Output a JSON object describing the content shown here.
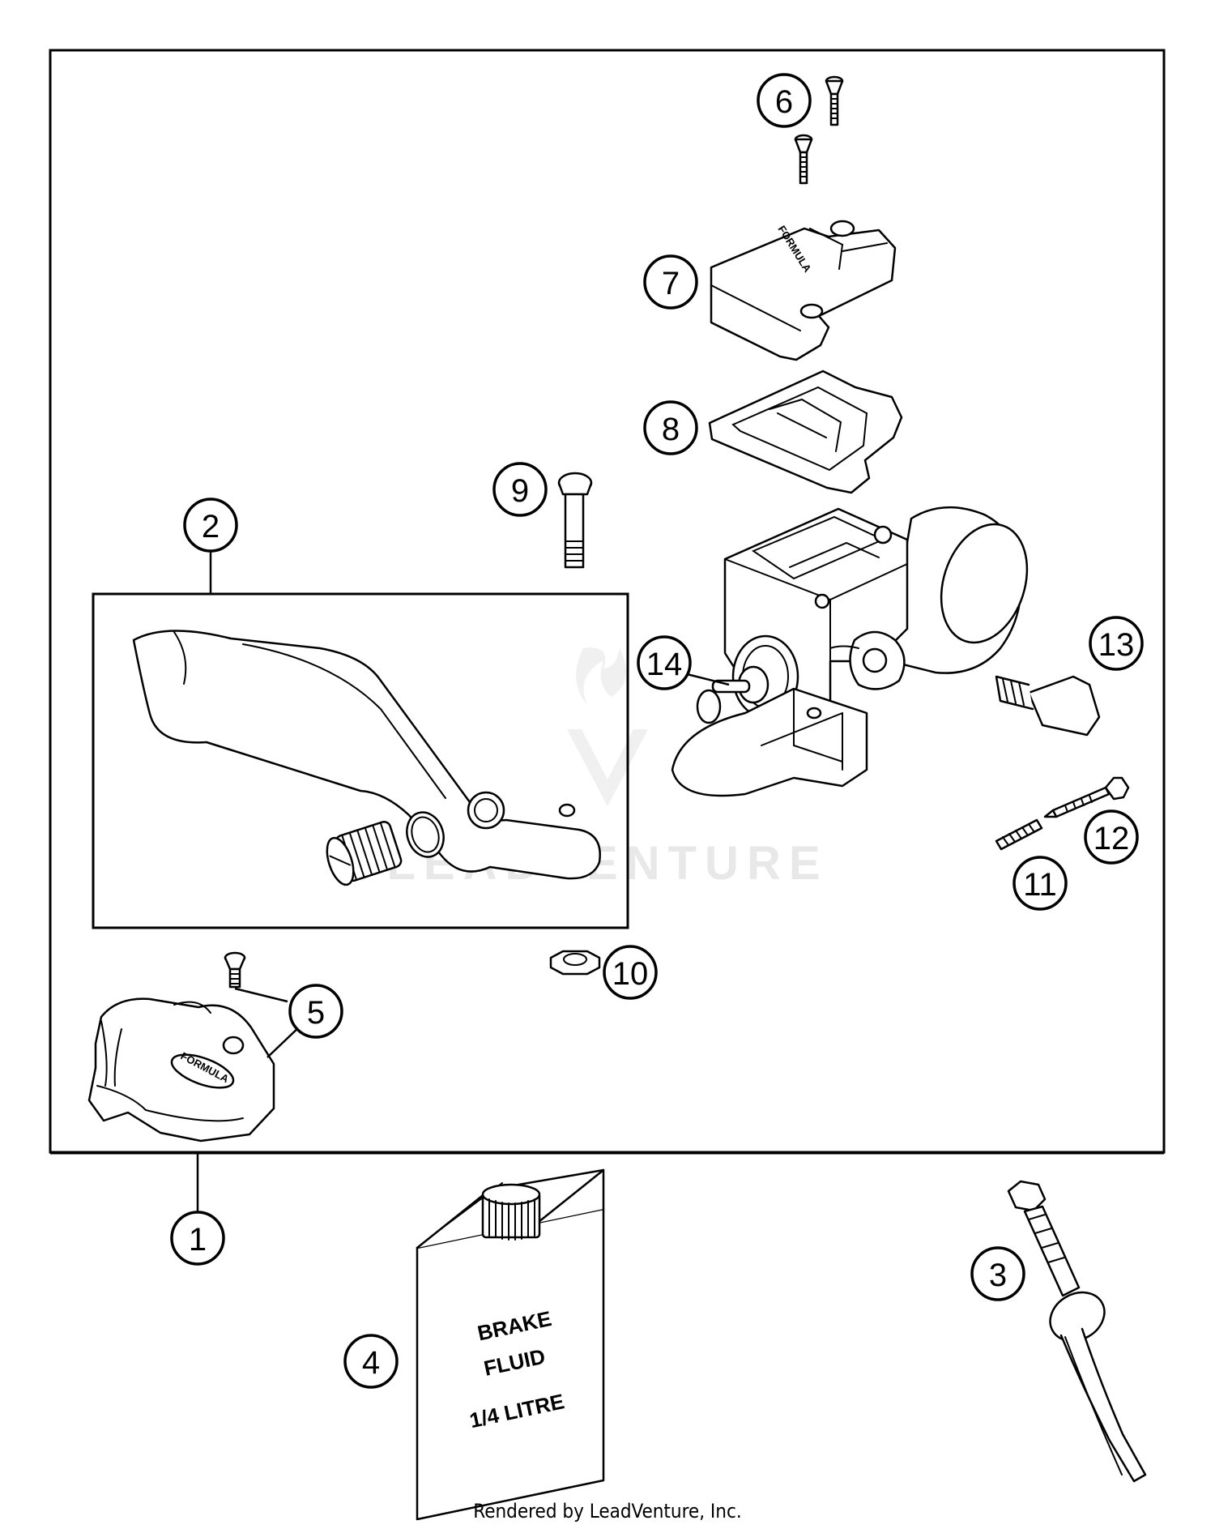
{
  "callouts": {
    "c1": "1",
    "c2": "2",
    "c3": "3",
    "c4": "4",
    "c5": "5",
    "c6": "6",
    "c7": "7",
    "c8": "8",
    "c9": "9",
    "c10": "10",
    "c11": "11",
    "c12": "12",
    "c13": "13",
    "c14": "14"
  },
  "bottle_label": {
    "line1": "BRAKE",
    "line2": "FLUID",
    "line3": "1/4 LITRE"
  },
  "cover_brand": "FORMULA",
  "guard_brand": "FORMULA",
  "watermark": "LEADVENTURE",
  "footer": "Rendered by LeadVenture, Inc."
}
